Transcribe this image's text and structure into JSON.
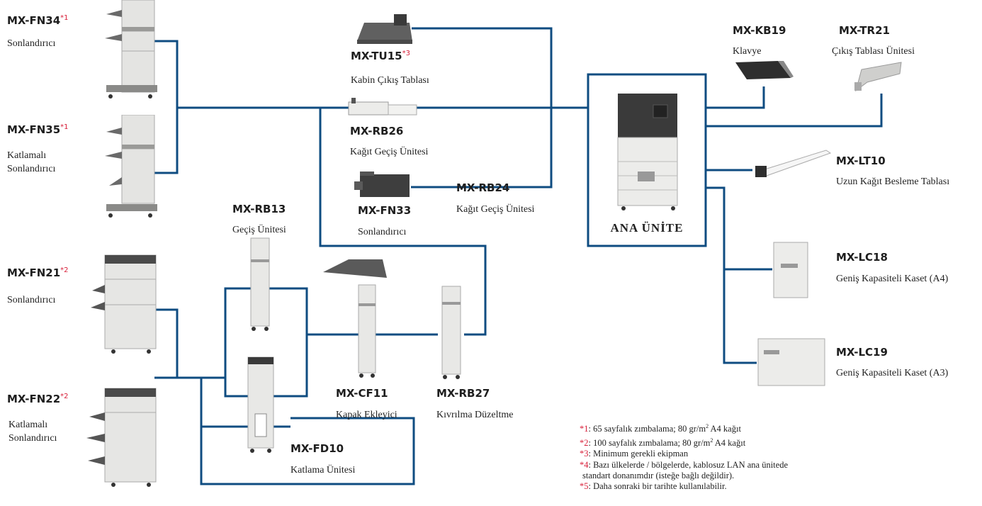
{
  "colors": {
    "line": "#0f4c81",
    "note_marker": "#d8203a"
  },
  "main_unit": {
    "label": "ANA ÜNİTE"
  },
  "options": [
    {
      "id": "fn34",
      "code": "MX-FN34",
      "mark": "*1",
      "desc": "Sonlandırıcı"
    },
    {
      "id": "fn35",
      "code": "MX-FN35",
      "mark": "*1",
      "desc_lines": [
        "Katlamalı",
        "Sonlandırıcı"
      ]
    },
    {
      "id": "fn21",
      "code": "MX-FN21",
      "mark": "*2",
      "desc": "Sonlandırıcı"
    },
    {
      "id": "fn22",
      "code": "MX-FN22",
      "mark": "*2",
      "desc_lines": [
        "Katlamalı",
        "Sonlandırıcı"
      ]
    },
    {
      "id": "tu15",
      "code": "MX-TU15",
      "mark": "*3",
      "desc": "Kabin Çıkış Tablası"
    },
    {
      "id": "rb26",
      "code": "MX-RB26",
      "mark": "",
      "desc": "Kağıt Geçiş Ünitesi"
    },
    {
      "id": "fn33",
      "code": "MX-FN33",
      "mark": "",
      "desc": "Sonlandırıcı"
    },
    {
      "id": "rb24",
      "code": "MX-RB24",
      "mark": "",
      "desc": "Kağıt Geçiş Ünitesi"
    },
    {
      "id": "rb13",
      "code": "MX-RB13",
      "mark": "",
      "desc": "Geçiş Ünitesi"
    },
    {
      "id": "cf11",
      "code": "MX-CF11",
      "mark": "",
      "desc": "Kapak Ekleyici"
    },
    {
      "id": "rb27",
      "code": "MX-RB27",
      "mark": "",
      "desc": "Kıvrılma Düzeltme"
    },
    {
      "id": "fd10",
      "code": "MX-FD10",
      "mark": "",
      "desc": "Katlama Ünitesi"
    },
    {
      "id": "kb19",
      "code": "MX-KB19",
      "mark": "",
      "desc": "Klavye"
    },
    {
      "id": "tr21",
      "code": "MX-TR21",
      "mark": "",
      "desc": "Çıkış Tablası Ünitesi"
    },
    {
      "id": "lt10",
      "code": "MX-LT10",
      "mark": "",
      "desc": "Uzun Kağıt Besleme Tablası"
    },
    {
      "id": "lc18",
      "code": "MX-LC18",
      "mark": "",
      "desc": "Geniş Kapasiteli Kaset (A4)"
    },
    {
      "id": "lc19",
      "code": "MX-LC19",
      "mark": "",
      "desc": "Geniş Kapasiteli Kaset (A3)"
    }
  ],
  "notes": [
    {
      "mark": "*1",
      "text": ": 65 sayfalık zımbalama; 80 gr/m",
      "sup": "2",
      "tail": " A4 kağıt"
    },
    {
      "mark": "*2",
      "text": ": 100 sayfalık zımbalama; 80 gr/m",
      "sup": "2",
      "tail": " A4 kağıt"
    },
    {
      "mark": "*3",
      "text": ": Minimum gerekli ekipman"
    },
    {
      "mark": "*4",
      "text": ": Bazı ülkelerde / bölgelerde, kablosuz LAN ana ünitede"
    },
    {
      "mark": "",
      "text": "standart donanımdır (isteğe bağlı değildir)."
    },
    {
      "mark": "*5",
      "text": ": Daha sonraki bir tarihte kullanılabilir."
    }
  ]
}
